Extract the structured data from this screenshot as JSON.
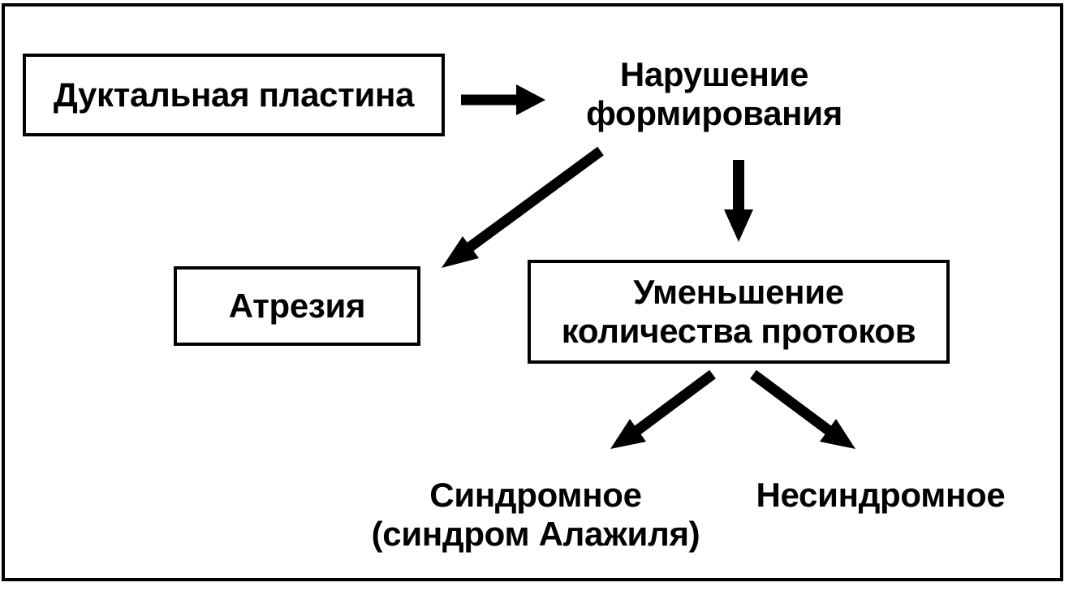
{
  "diagram": {
    "nodes": {
      "ductal_plate": {
        "text": "Дуктальная пластина"
      },
      "malformation": {
        "lines": [
          "Нарушение",
          "формирования"
        ]
      },
      "atresia": {
        "text": "Атрезия"
      },
      "duct_reduction": {
        "lines": [
          "Уменьшение",
          "количества протоков"
        ]
      },
      "syndromic": {
        "lines": [
          "Синдромное",
          "(синдром Алажиля)"
        ]
      },
      "nonsyndromic": {
        "text": "Несиндромное"
      }
    },
    "edges": [
      {
        "from": "ductal_plate",
        "to": "malformation"
      },
      {
        "from": "malformation",
        "to": "atresia"
      },
      {
        "from": "malformation",
        "to": "duct_reduction"
      },
      {
        "from": "duct_reduction",
        "to": "syndromic"
      },
      {
        "from": "duct_reduction",
        "to": "nonsyndromic"
      }
    ]
  }
}
